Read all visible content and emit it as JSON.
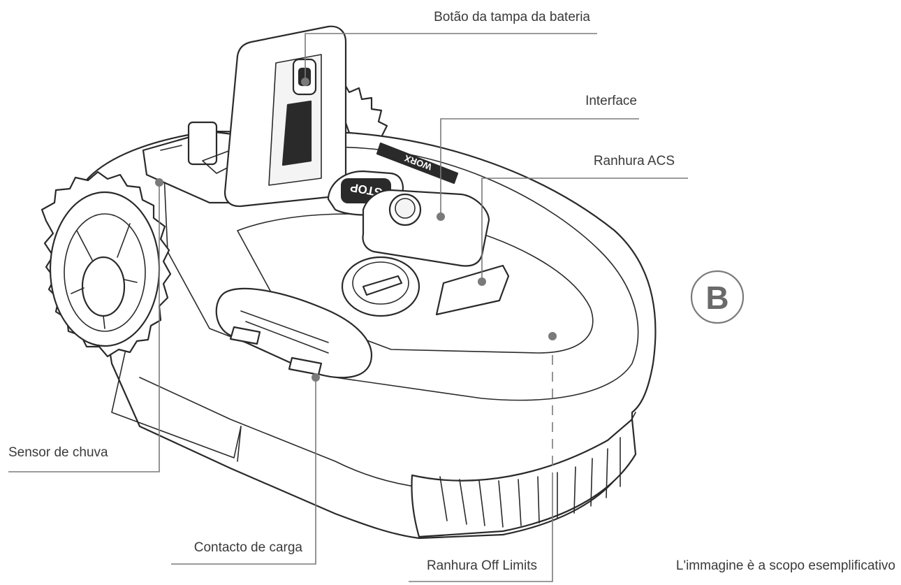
{
  "labels": {
    "battery_cover_button": "Botão da tampa da bateria",
    "interface": "Interface",
    "acs_slot": "Ranhura ACS",
    "rain_sensor": "Sensor de chuva",
    "charging_contact": "Contacto de carga",
    "off_limits_slot": "Ranhura Off Limits",
    "disclaimer": "L'immagine è a scopo esemplificativo"
  },
  "badge": {
    "letter": "B"
  },
  "device": {
    "stop_button_text": "STOP",
    "brand_text": "WORX"
  }
}
